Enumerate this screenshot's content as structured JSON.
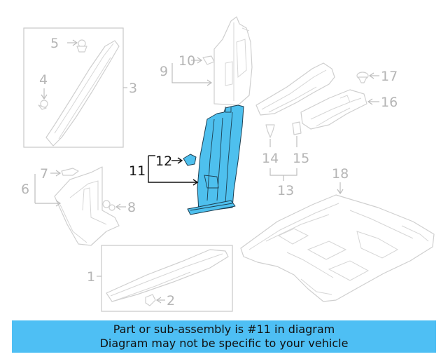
{
  "callouts": {
    "c1": "1",
    "c2": "2",
    "c3": "3",
    "c4": "4",
    "c5": "5",
    "c6": "6",
    "c7": "7",
    "c8": "8",
    "c9": "9",
    "c10": "10",
    "c11": "11",
    "c12": "12",
    "c13": "13",
    "c14": "14",
    "c15": "15",
    "c16": "16",
    "c17": "17",
    "c18": "18"
  },
  "highlighted_part": "11",
  "colors": {
    "highlight": "#4ec0ee",
    "banner": "#4ebff4",
    "callout": "#b5b5b5"
  },
  "banner": {
    "line1": "Part or sub-assembly is #11 in diagram",
    "line2": "Diagram may not be specific to your vehicle"
  }
}
